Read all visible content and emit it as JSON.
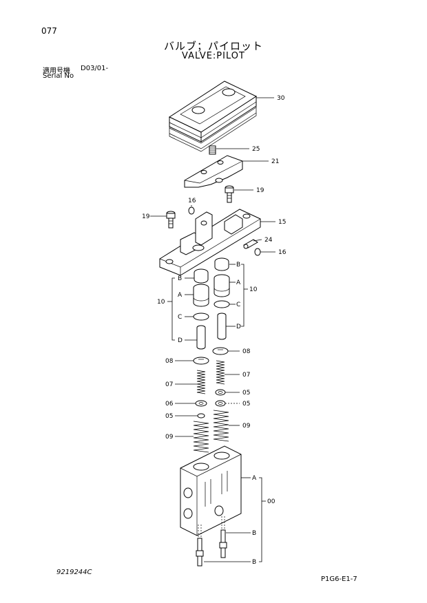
{
  "header": {
    "page_number": "077",
    "title_jp": "バルブ；パイロット",
    "title_en": "VALVE:PILOT",
    "serial_label_jp": "適用号機",
    "serial_value": "D03/01-",
    "serial_label_en": "Serial No"
  },
  "footer": {
    "drawing_number": "9219244C",
    "reference_code": "P1G6-E1-7"
  },
  "callouts": {
    "c30": "30",
    "c25": "25",
    "c21": "21",
    "c19a": "19",
    "c16a": "16",
    "c19b": "19",
    "c15": "15",
    "c24": "24",
    "c16b": "16",
    "c10a": "10",
    "c10b": "10",
    "cBr1": "B",
    "cAr": "A",
    "cCr": "C",
    "cDr": "D",
    "cBl": "B",
    "cAl": "A",
    "cCl": "C",
    "cDl": "D",
    "c08a": "08",
    "c08b": "08",
    "c07a": "07",
    "c07b": "07",
    "c05a": "05",
    "c06": "06",
    "c05b": "05",
    "c05c": "05",
    "c09a": "09",
    "c09b": "09",
    "cA00": "A",
    "c00": "00",
    "cB00a": "B",
    "cB00b": "B"
  }
}
